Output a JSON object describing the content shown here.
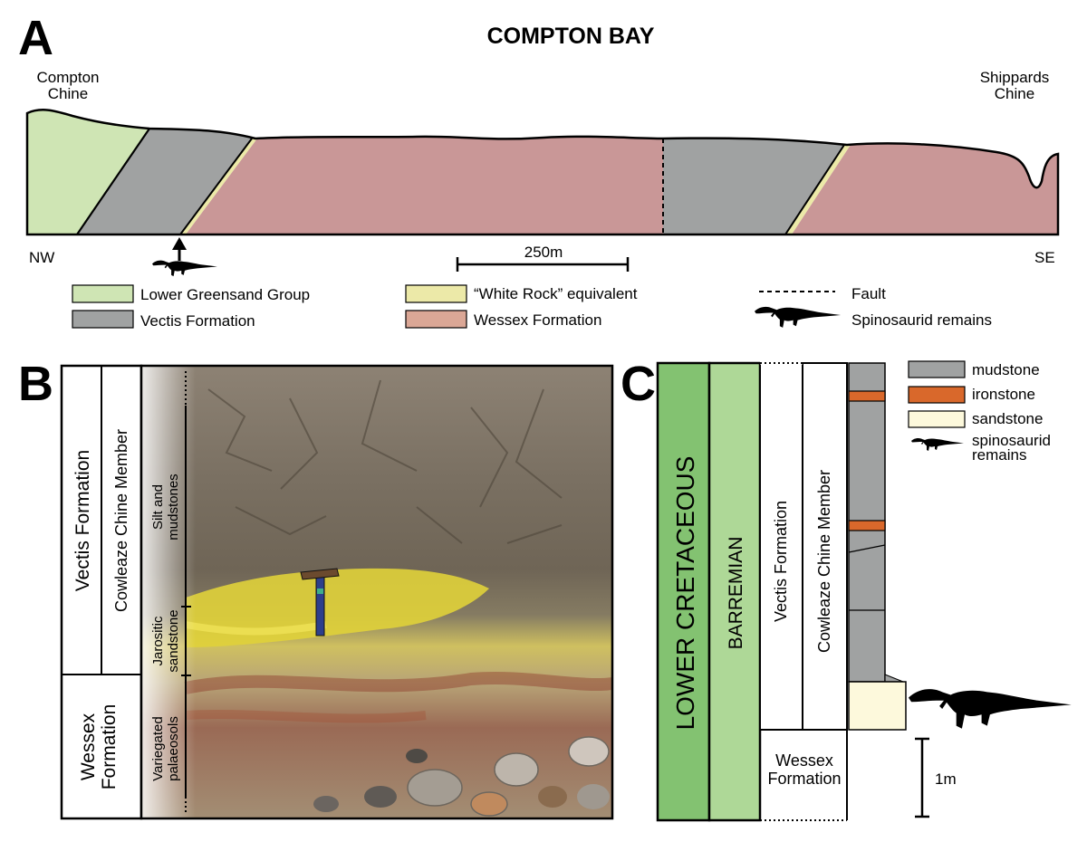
{
  "panel_a": {
    "letter": "A",
    "title": "COMPTON BAY",
    "left_place": [
      "Compton",
      "Chine"
    ],
    "right_place": [
      "Shippards",
      "Chine"
    ],
    "left_dir": "NW",
    "right_dir": "SE",
    "scale_label": "250m",
    "legend": [
      {
        "label": "Lower Greensand Group",
        "color": "#cfe5b4"
      },
      {
        "label": "Vectis Formation",
        "color": "#a0a2a2"
      },
      {
        "label": "“White Rock” equivalent",
        "color": "#ece9a8"
      },
      {
        "label": "Wessex Formation",
        "color": "#c99797"
      },
      {
        "label": "Fault",
        "symbol": "dashed-line"
      },
      {
        "label": "Spinosaurid remains",
        "symbol": "dinosaur-silhouette"
      }
    ],
    "colors": {
      "greensand": "#cfe5b4",
      "vectis": "#a0a2a2",
      "wessex": "#c99797",
      "white_rock": "#ece9a8",
      "wessex_legend": "#dba796"
    }
  },
  "panel_b": {
    "letter": "B",
    "col1": {
      "top": "Vectis Formation",
      "bottom": [
        "Wessex",
        "Formation"
      ]
    },
    "col2": {
      "top": "Cowleaze Chine Member"
    },
    "units": [
      {
        "label": [
          "Silt and",
          "mudstones"
        ]
      },
      {
        "label": [
          "Jarositic",
          "sandstone"
        ]
      },
      {
        "label": [
          "Variegated",
          "palaeosols"
        ]
      }
    ],
    "photo": {
      "description_icon": "hammer-icon"
    }
  },
  "panel_c": {
    "letter": "C",
    "col_system": "LOWER CRETACEOUS",
    "col_stage": "BARREMIAN",
    "col_formation_top": "Vectis Formation",
    "col_member": "Cowleaze Chine Member",
    "col_formation_bottom": [
      "Wessex",
      "Formation"
    ],
    "scale_label": "1m",
    "legend": [
      {
        "label": "mudstone",
        "color": "#a0a2a2"
      },
      {
        "label": "ironstone",
        "color": "#d9682b"
      },
      {
        "label": "sandstone",
        "color": "#fdf9dc"
      },
      {
        "label": [
          "spinosaurid",
          "remains"
        ],
        "symbol": "dinosaur-silhouette"
      }
    ],
    "colors": {
      "system": "#83c271",
      "stage": "#aed897"
    }
  }
}
